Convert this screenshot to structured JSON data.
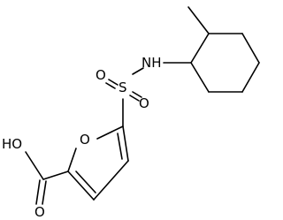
{
  "molecule": {
    "atoms": {
      "sulfonyl_s": "S",
      "sulfonyl_o_left": "O",
      "sulfonyl_o_right": "O",
      "amine_nh": "NH",
      "furan_o": "O",
      "hydroxyl": "HO",
      "carbonyl_o": "O"
    }
  }
}
